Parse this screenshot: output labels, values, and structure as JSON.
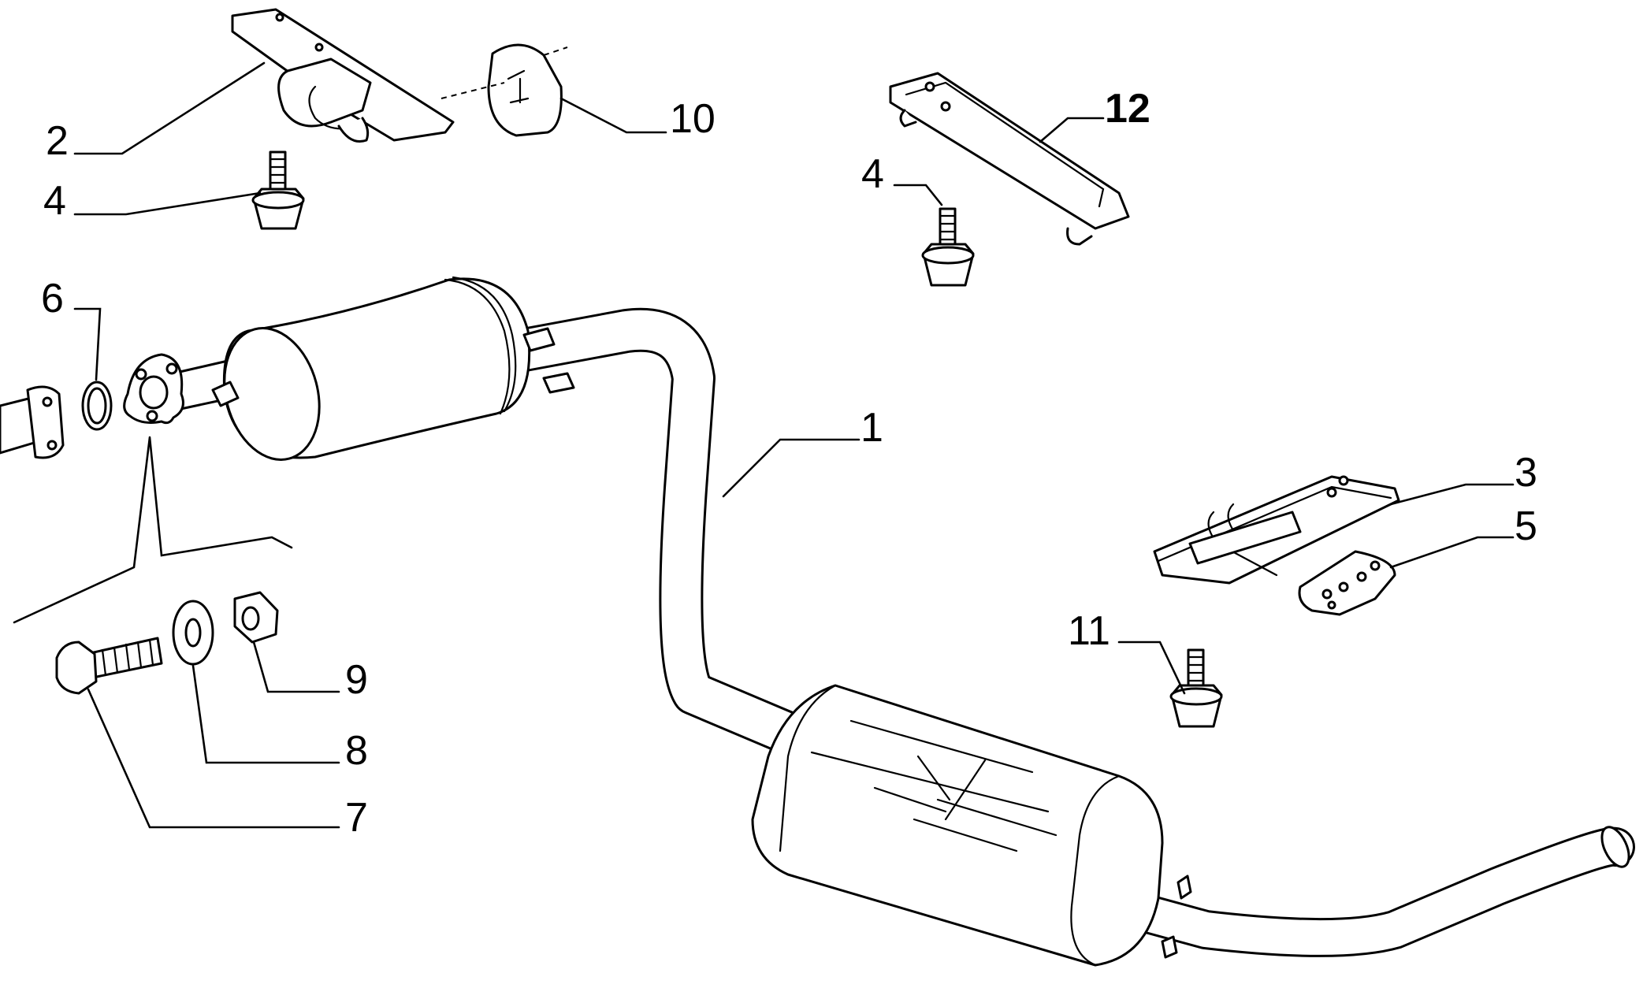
{
  "diagram": {
    "type": "exploded-parts-diagram",
    "callouts": {
      "c1": "1",
      "c2": "2",
      "c3": "3",
      "c4a": "4",
      "c4b": "4",
      "c5": "5",
      "c6": "6",
      "c7": "7",
      "c8": "8",
      "c9": "9",
      "c10": "10",
      "c11": "11",
      "c12": "12"
    }
  }
}
